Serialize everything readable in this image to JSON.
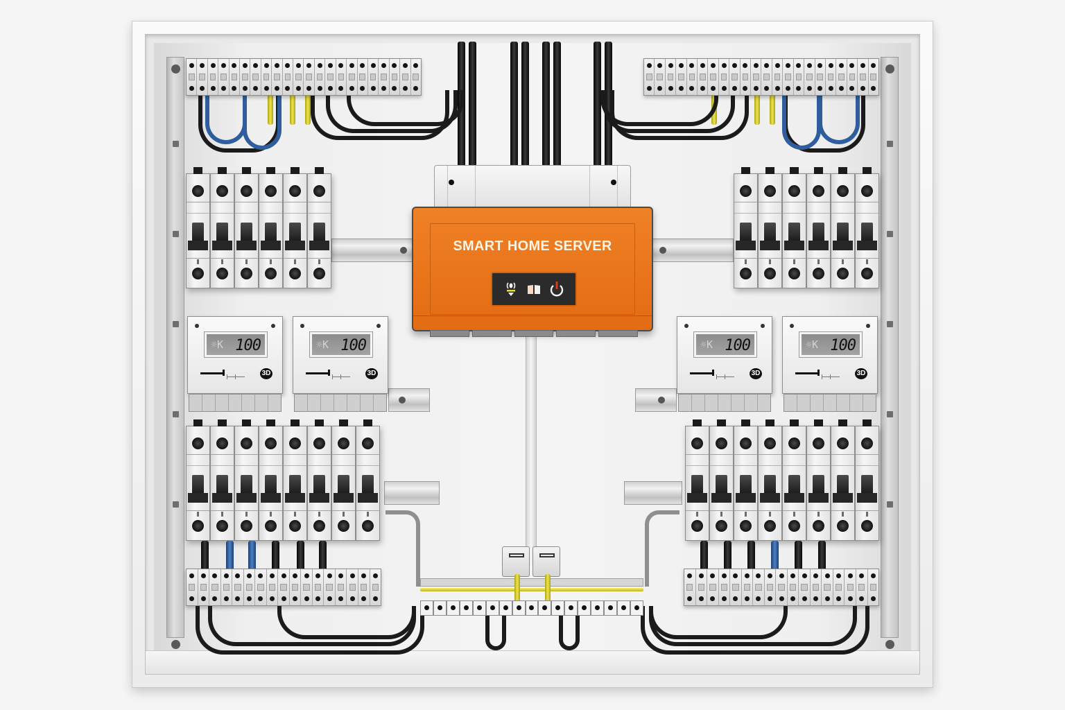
{
  "scene": {
    "description": "Electrical distribution cabinet with a central smart home server module",
    "colors": {
      "server_orange": "#E8741A",
      "server_text": "#FFF3E2",
      "cabinet_white": "#F2F2F2",
      "cable_black": "#1B1B1B",
      "cable_blue": "#2F5E9E",
      "earth_yellow": "#D8CF2A"
    }
  },
  "server": {
    "title": "SMART HOME SERVER",
    "status_icons": [
      {
        "name": "lightbulb-icon",
        "color": "#F2E66A"
      },
      {
        "name": "window-shade-icon",
        "color": "#F5D9C7"
      },
      {
        "name": "power-icon",
        "color": "#F0F0F0",
        "accent": "#E2381A"
      }
    ]
  },
  "meters": [
    {
      "position": "left-1",
      "icon": "☼K",
      "value": "100",
      "badge": "3D"
    },
    {
      "position": "left-2",
      "icon": "☼K",
      "value": "100",
      "badge": "3D"
    },
    {
      "position": "right-1",
      "icon": "☼K",
      "value": "100",
      "badge": "3D"
    },
    {
      "position": "right-2",
      "icon": "☼K",
      "value": "100",
      "badge": "3D"
    }
  ],
  "breaker_groups": [
    {
      "position": "upper-left",
      "count": 6
    },
    {
      "position": "upper-right",
      "count": 6
    },
    {
      "position": "lower-left",
      "count": 8
    },
    {
      "position": "lower-right",
      "count": 8
    }
  ],
  "terminal_blocks": [
    {
      "position": "top-left",
      "count": 22
    },
    {
      "position": "top-right",
      "count": 22
    },
    {
      "position": "bottom-left",
      "count": 17
    },
    {
      "position": "bottom-right",
      "count": 17
    },
    {
      "position": "bottom-center-bus",
      "count": 17
    }
  ]
}
